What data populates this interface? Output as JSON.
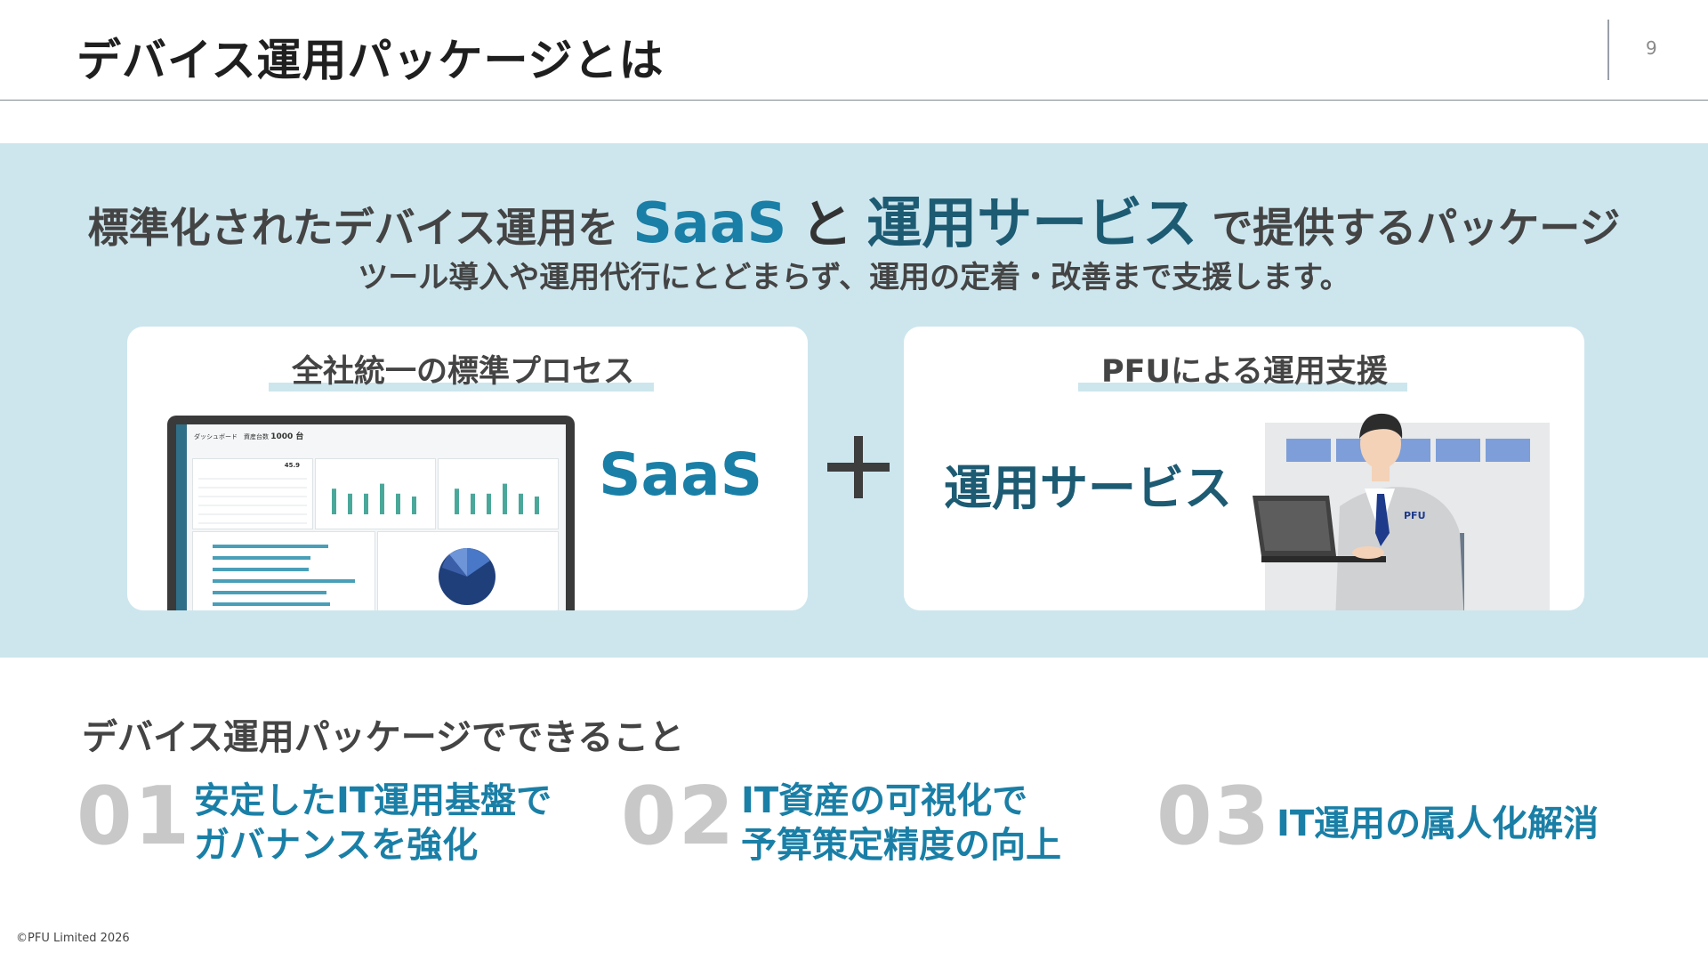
{
  "header": {
    "title": "デバイス運用パッケージとは",
    "page_number": "9"
  },
  "headline": {
    "prefix": "標準化されたデバイス運用を",
    "saas": "SaaS",
    "conjunction": "と",
    "service": "運用サービス",
    "suffix": "で提供するパッケージ"
  },
  "subheadline": "ツール導入や運用代行にとどまらず、運用の定着・改善まで支援します。",
  "cards": {
    "left": {
      "heading": "全社統一の標準プロセス",
      "label": "SaaS"
    },
    "right": {
      "heading": "PFUによる運用支援",
      "label": "運用サービス",
      "badge": "PFU"
    }
  },
  "dashboard": {
    "title": "ダッシュボード",
    "count_label": "資産台数",
    "count_value": "1000 台",
    "kpi_value": "45.9",
    "bar_values": [
      0.72,
      0.58,
      0.58,
      0.86,
      0.58,
      0.5
    ]
  },
  "features_section": {
    "title": "デバイス運用パッケージでできること",
    "items": [
      {
        "number": "01",
        "lines": [
          "安定したIT運用基盤で",
          "ガバナンスを強化"
        ]
      },
      {
        "number": "02",
        "lines": [
          "IT資産の可視化で",
          "予算策定精度の向上"
        ]
      },
      {
        "number": "03",
        "lines": [
          "IT運用の属人化解消"
        ]
      }
    ]
  },
  "footer": {
    "copyright": "©PFU Limited 2026"
  },
  "colors": {
    "accent": "#1a7fa6",
    "dark_accent": "#1d5b73",
    "band": "#cde6ee",
    "number_gray": "#c8c8c8"
  }
}
